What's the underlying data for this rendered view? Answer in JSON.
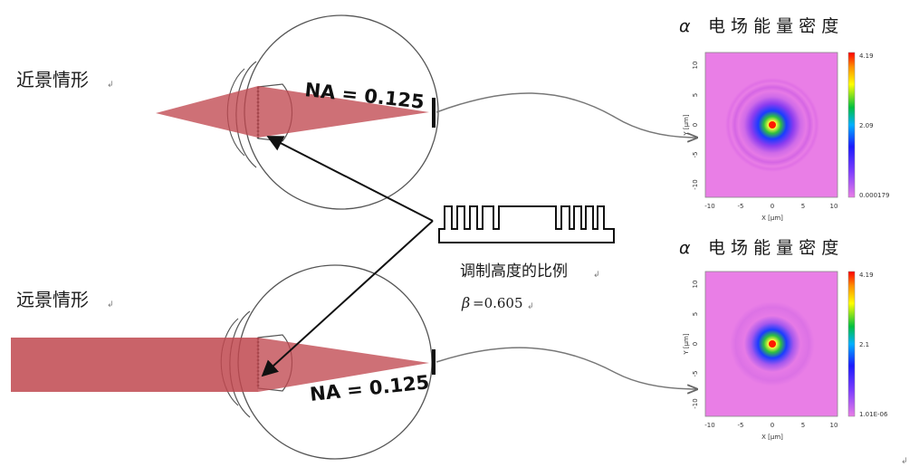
{
  "left_labels": {
    "near": "近景情形",
    "far": "远景情形",
    "para_mark": "↲"
  },
  "eyes": {
    "top_na": "NA = 0.125",
    "bottom_na": "NA = 0.125"
  },
  "center": {
    "caption": "调制高度的比例",
    "beta_symbol": "β",
    "beta_value": "=0.605"
  },
  "plots": [
    {
      "title_symbol": "α",
      "title": "电 场 能 量 密 度",
      "colorbar_ticks": [
        "4.19",
        "2.09",
        "0.000179"
      ],
      "axis_ticks": [
        "-10",
        "-5",
        "0",
        "5",
        "10"
      ],
      "xlabel": "X [μm]",
      "ylabel": "Y [μm]"
    },
    {
      "title_symbol": "α",
      "title": "电 场 能 量 密 度",
      "colorbar_ticks": [
        "4.19",
        "2.1",
        "1.01E-06"
      ],
      "axis_ticks": [
        "-10",
        "-5",
        "0",
        "5",
        "10"
      ],
      "xlabel": "X [μm]",
      "ylabel": "Y [μm]"
    }
  ],
  "colors": {
    "beam": "#c0484f",
    "outline": "#555555",
    "plot_bg": "#e97ee6"
  }
}
